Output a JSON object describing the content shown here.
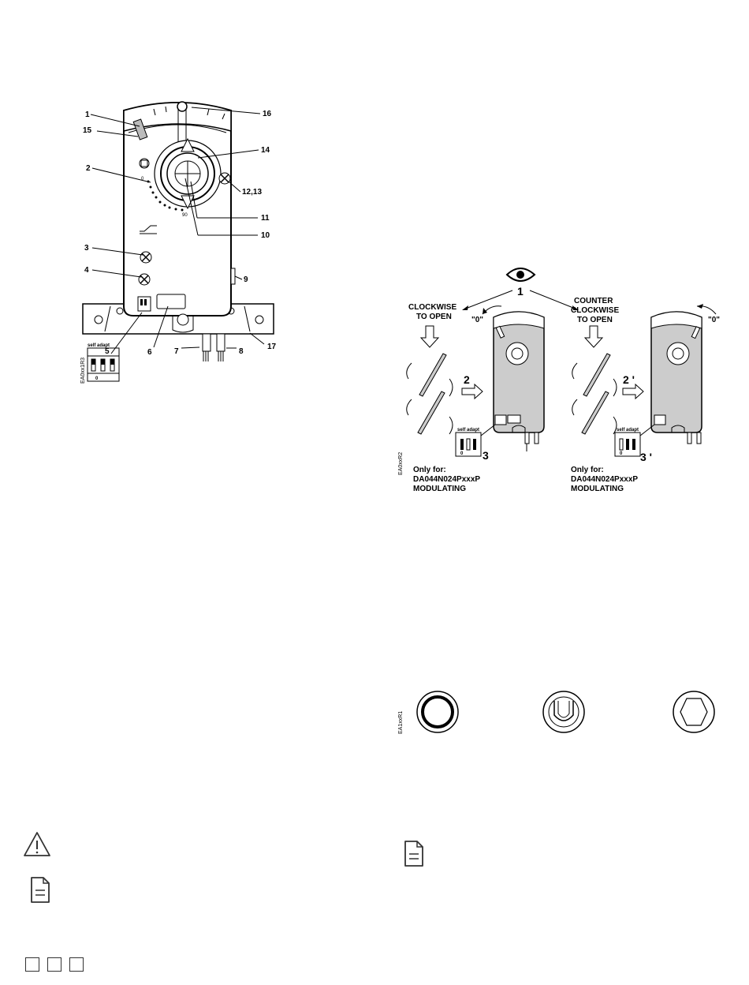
{
  "fig1": {
    "callouts": [
      "1",
      "16",
      "15",
      "14",
      "2",
      "12,13",
      "11",
      "10",
      "3",
      "9",
      "4",
      "5",
      "6",
      "7",
      "8",
      "17"
    ],
    "dial_marks": [
      "0",
      "90"
    ],
    "switch_label": "self adapt",
    "switch_state": "0",
    "code": "EA0xx1R3"
  },
  "fig2": {
    "step1": "1",
    "left_heading": [
      "CLOCKWISE",
      "TO OPEN"
    ],
    "right_heading": [
      "COUNTER",
      "CLOCKWISE",
      "TO OPEN"
    ],
    "zero_left": "\"0\"",
    "zero_right": "\"0\"",
    "step2": "2",
    "step2b": "2 '",
    "step3": "3",
    "step3b": "3 '",
    "switch_label": "self adapt",
    "switch_state": "0",
    "note_left": [
      "Only for:",
      "DA044N024PxxxP",
      "MODULATING"
    ],
    "note_right": [
      "Only for:",
      "DA044N024PxxxP",
      "MODULATING"
    ],
    "code": "EA0xxR2"
  },
  "fig3": {
    "code": "EA1xxR1"
  },
  "icons": [
    "warning-icon",
    "note-icon",
    "note-icon"
  ],
  "colors": {
    "line": "#000000",
    "shade": "#bbbbbb",
    "bg": "#ffffff"
  }
}
